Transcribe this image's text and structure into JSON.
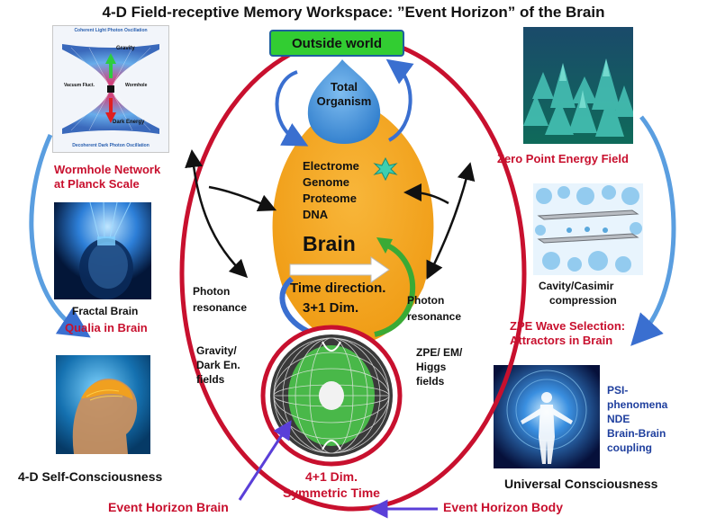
{
  "title": "4-D Field-receptive Memory Workspace: ”Event Horizon” of the Brain",
  "outside_world": "Outside world",
  "drop": [
    "Total",
    "Organism"
  ],
  "bio": [
    "Electrome",
    "Genome",
    "Proteome",
    "DNA"
  ],
  "brain": "Brain",
  "time_direction": "Time direction.",
  "dim31": "3+1 Dim.",
  "dim41": [
    "4+1 Dim.",
    "Symmetric Time"
  ],
  "photon_left": [
    "Photon",
    "resonance"
  ],
  "photon_right": [
    "Photon",
    "resonance"
  ],
  "gravity_fields": [
    "Gravity/",
    "Dark En.",
    "fields"
  ],
  "zpe_fields": [
    "ZPE/ EM/",
    "Higgs",
    "fields"
  ],
  "left": {
    "wormhole_title": [
      "Wormhole Network",
      "at Planck Scale"
    ],
    "fractal": "Fractal Brain",
    "qualia": "Qualia in Brain",
    "self": "4-D Self-Consciousness",
    "event_brain": "Event Horizon Brain",
    "wormhole_img": {
      "top": "Coherent Light Photon Oscillation",
      "gravity": "Gravity",
      "vacuum": "Vacuum Fluct.",
      "wormhole": "Wormhole",
      "dark": "Dark Energy",
      "bottom": "Decoherent Dark Photon Oscillation"
    }
  },
  "right": {
    "zpe": "Zero Point Energy Field",
    "cavity": [
      "Cavity/Casimir",
      "compression"
    ],
    "zpe_wave": [
      "ZPE Wave Selection:",
      "Attractors in Brain"
    ],
    "psi": [
      "PSI-",
      "phenomena",
      "NDE",
      "Brain-Brain",
      "coupling"
    ],
    "universal": "Universal Consciousness",
    "event_body": "Event Horizon Body"
  },
  "colors": {
    "red": "#c8102e",
    "orange": "#f5a623",
    "green_box": "#32cd32",
    "blue_drop": "#3d8fd8",
    "arrow_blue": "#3a6fd0",
    "arrow_green": "#3aaa35"
  }
}
